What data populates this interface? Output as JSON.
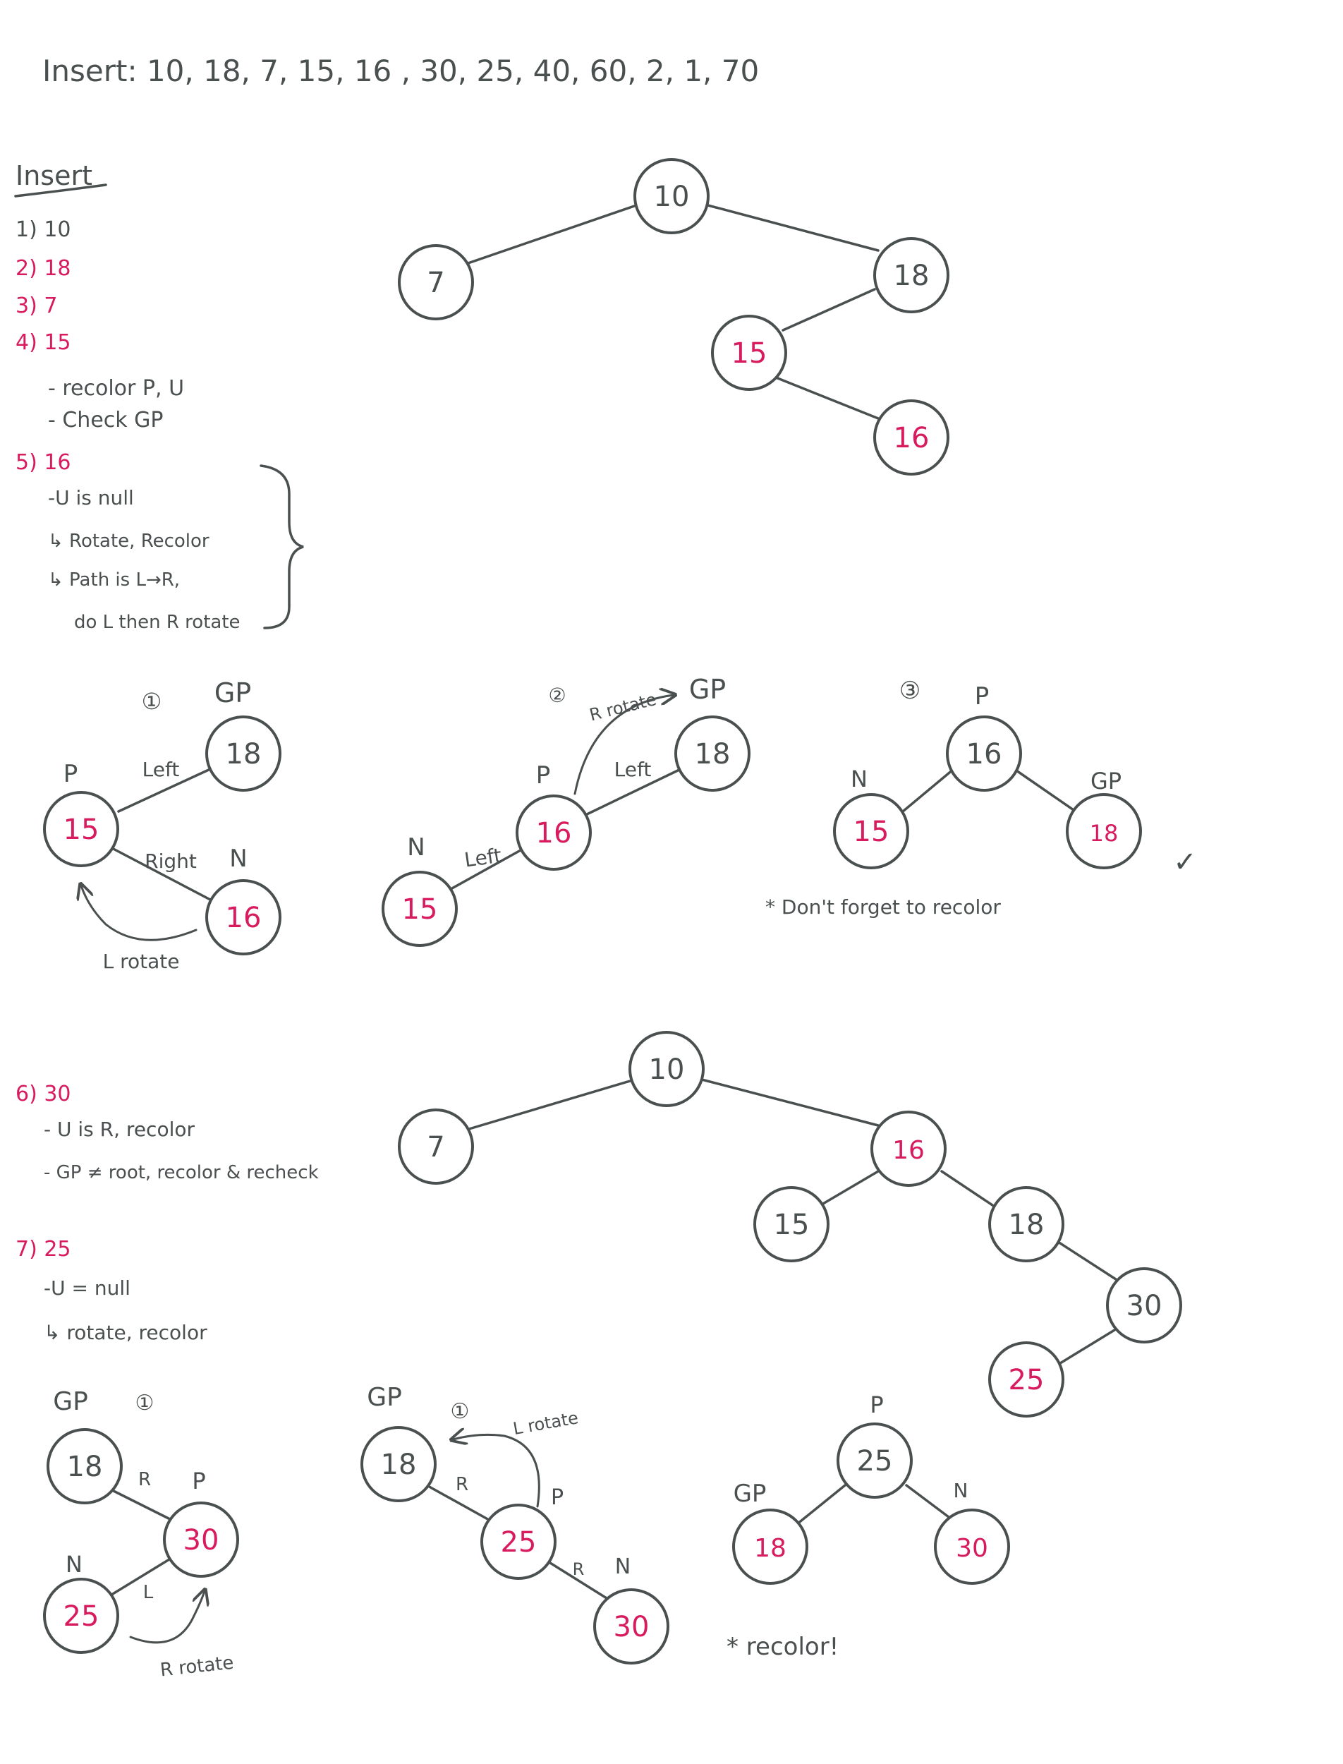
{
  "header": "Insert: 10, 18, 7, 15, 16 , 30, 25, 40, 60, 2, 1, 70",
  "insert_heading": "Insert",
  "steps": {
    "s1": "1) 10",
    "s2": "2) 18",
    "s3": "3) 7",
    "s4": "4) 15",
    "s4_note1": "- recolor P, U",
    "s4_note2": "- Check GP",
    "s5": "5) 16",
    "s5_note1": "-U is null",
    "s5_note2": "↳ Rotate, Recolor",
    "s5_note3": "↳ Path is L→R,",
    "s5_note4": "do L then R rotate",
    "s6": "6) 30",
    "s6_note1": "- U is R, recolor",
    "s6_note2": "- GP ≠ root, recolor & recheck",
    "s7": "7) 25",
    "s7_note1": "-U = null",
    "s7_note2": "↳ rotate, recolor"
  },
  "labels": {
    "c1": "①",
    "c2": "②",
    "c3": "③",
    "c4": "①",
    "c5": "①",
    "gp": "GP",
    "p": "P",
    "n": "N",
    "left": "Left",
    "right": "Right",
    "r": "R",
    "l": "L",
    "l_rotate": "L rotate",
    "r_rotate": "R rotate",
    "dont_forget": "* Don't forget to recolor",
    "recolor": "* recolor!",
    "check": "✓"
  },
  "nodes": {
    "v10": "10",
    "v7": "7",
    "v18": "18",
    "v15": "15",
    "v16": "16",
    "v30": "30",
    "v25": "25"
  }
}
